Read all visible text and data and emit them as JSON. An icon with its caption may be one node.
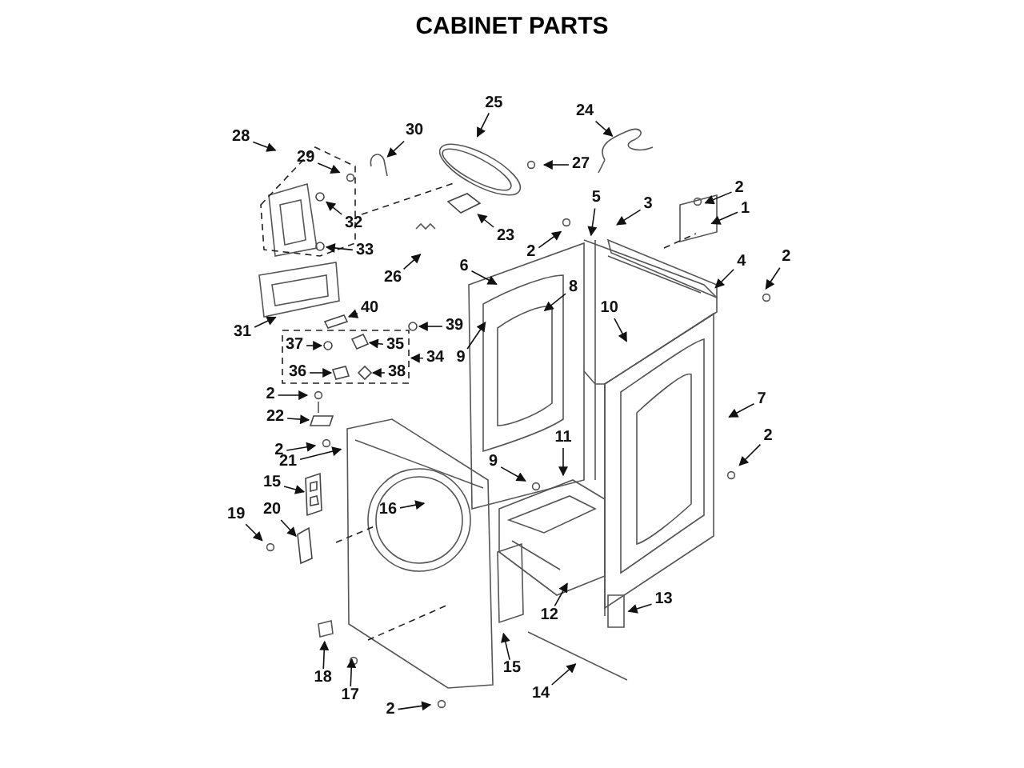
{
  "diagram": {
    "title": "CABINET PARTS",
    "nodes": [
      {
        "text": [
          "24"
        ]
      },
      {
        "text": [
          "25"
        ]
      },
      {
        "text": [
          "28"
        ]
      },
      {
        "text": [
          "30"
        ]
      },
      {
        "text": [
          "29"
        ]
      },
      {
        "text": [
          "27"
        ]
      },
      {
        "text": [
          "2"
        ]
      },
      {
        "text": [
          "5"
        ]
      },
      {
        "text": [
          "3"
        ]
      },
      {
        "text": [
          "1"
        ]
      },
      {
        "text": [
          "32"
        ]
      },
      {
        "text": [
          "23"
        ]
      },
      {
        "text": [
          "33"
        ]
      },
      {
        "text": [
          "2"
        ]
      },
      {
        "text": [
          "4"
        ]
      },
      {
        "text": [
          "2"
        ]
      },
      {
        "text": [
          "26"
        ]
      },
      {
        "text": [
          "6"
        ]
      },
      {
        "text": [
          "8"
        ]
      },
      {
        "text": [
          "40"
        ]
      },
      {
        "text": [
          "10"
        ]
      },
      {
        "text": [
          "39"
        ]
      },
      {
        "text": [
          "31"
        ]
      },
      {
        "text": [
          "37"
        ],
        "in": 53
      },
      {
        "text": [
          "9"
        ]
      },
      {
        "text": [
          "35"
        ],
        "in": 53
      },
      {
        "text": [
          "34"
        ]
      },
      {
        "text": [
          "36"
        ],
        "in": 53
      },
      {
        "text": [
          "38"
        ],
        "in": 53
      },
      {
        "text": [
          "2"
        ]
      },
      {
        "text": [
          "7"
        ]
      },
      {
        "text": [
          "22"
        ]
      },
      {
        "text": [
          "2"
        ]
      },
      {
        "text": [
          "2"
        ]
      },
      {
        "text": [
          "11"
        ]
      },
      {
        "text": [
          "21"
        ]
      },
      {
        "text": [
          "9"
        ]
      },
      {
        "text": [
          "15"
        ]
      },
      {
        "text": [
          "20"
        ]
      },
      {
        "text": [
          "16"
        ]
      },
      {
        "text": [
          "19"
        ]
      },
      {
        "text": [
          "13"
        ]
      },
      {
        "text": [
          "12"
        ]
      },
      {
        "text": [
          "15"
        ]
      },
      {
        "text": [
          "18"
        ]
      },
      {
        "text": [
          "14"
        ]
      },
      {
        "text": [
          "17"
        ]
      },
      {
        "text": [
          "2"
        ]
      },
      {
        "text": [],
        "shape": "circle"
      },
      {
        "text": [],
        "shape": "picture"
      },
      {
        "text": [],
        "shape": "circle"
      },
      {
        "text": [],
        "shape": "picture"
      },
      {
        "text": [],
        "shape": "picture",
        "in": 53
      },
      {
        "text": [],
        "shape": "box"
      },
      {
        "text": [],
        "shape": "picture"
      },
      {
        "text": [],
        "shape": "picture"
      },
      {
        "text": [],
        "shape": "picture"
      },
      {
        "text": [],
        "shape": "circle"
      },
      {
        "text": [],
        "shape": "circle",
        "in": 53
      },
      {
        "text": [],
        "shape": "picture",
        "in": 53
      },
      {
        "text": [],
        "shape": "picture",
        "in": 53
      }
    ],
    "edges": [
      {
        "from": 0,
        "to": null,
        "arrow": "to"
      },
      {
        "from": 1,
        "to": null,
        "arrow": "to"
      },
      {
        "from": 2,
        "to": null,
        "arrow": "to"
      },
      {
        "from": 3,
        "to": null,
        "arrow": "to"
      },
      {
        "from": 4,
        "to": null,
        "arrow": "to"
      },
      {
        "from": 5,
        "to": null,
        "arrow": "to"
      },
      {
        "from": 6,
        "to": null,
        "arrow": "to"
      },
      {
        "from": 7,
        "to": null,
        "arrow": "to"
      },
      {
        "from": 8,
        "to": null,
        "arrow": "to"
      },
      {
        "from": 9,
        "to": null,
        "arrow": "to"
      },
      {
        "from": 10,
        "to": 48,
        "arrow": "to"
      },
      {
        "from": 11,
        "to": 49,
        "arrow": "to"
      },
      {
        "from": 12,
        "to": 50,
        "arrow": "to"
      },
      {
        "from": 13,
        "to": null,
        "arrow": "to"
      },
      {
        "from": 14,
        "to": null,
        "arrow": "to"
      },
      {
        "from": 15,
        "to": null,
        "arrow": "to"
      },
      {
        "from": 16,
        "to": null,
        "arrow": "to"
      },
      {
        "from": 17,
        "to": null,
        "arrow": "to"
      },
      {
        "from": 18,
        "to": null,
        "arrow": "to"
      },
      {
        "from": 19,
        "to": 51,
        "arrow": "to"
      },
      {
        "from": 20,
        "to": null,
        "arrow": "to"
      },
      {
        "from": 21,
        "to": 57,
        "arrow": "to"
      },
      {
        "from": 22,
        "to": null,
        "arrow": "to"
      },
      {
        "from": 23,
        "to": 58,
        "arrow": "to"
      },
      {
        "from": 24,
        "to": null,
        "arrow": "to"
      },
      {
        "from": 25,
        "to": 52,
        "arrow": "to"
      },
      {
        "from": 26,
        "to": 53,
        "arrow": "to"
      },
      {
        "from": 27,
        "to": 59,
        "arrow": "to"
      },
      {
        "from": 28,
        "to": 60,
        "arrow": "to"
      },
      {
        "from": 29,
        "to": null,
        "arrow": "to"
      },
      {
        "from": 30,
        "to": null,
        "arrow": "to"
      },
      {
        "from": 31,
        "to": 54,
        "arrow": "to"
      },
      {
        "from": 32,
        "to": null,
        "arrow": "to"
      },
      {
        "from": 33,
        "to": null,
        "arrow": "to"
      },
      {
        "from": 34,
        "to": null,
        "arrow": "to"
      },
      {
        "from": 35,
        "to": null,
        "arrow": "to"
      },
      {
        "from": 36,
        "to": null,
        "arrow": "to"
      },
      {
        "from": 37,
        "to": 55,
        "arrow": "to"
      },
      {
        "from": 38,
        "to": 56,
        "arrow": "to"
      },
      {
        "from": 39,
        "to": null,
        "arrow": "to"
      },
      {
        "from": 40,
        "to": null,
        "arrow": "to"
      },
      {
        "from": 41,
        "to": null,
        "arrow": "to"
      },
      {
        "from": 42,
        "to": null,
        "arrow": "to"
      },
      {
        "from": 43,
        "to": null,
        "arrow": "to"
      },
      {
        "from": 44,
        "to": null,
        "arrow": "to"
      },
      {
        "from": 45,
        "to": null,
        "arrow": "to"
      },
      {
        "from": 46,
        "to": null,
        "arrow": "to"
      },
      {
        "from": 47,
        "to": null,
        "arrow": "to"
      }
    ]
  }
}
